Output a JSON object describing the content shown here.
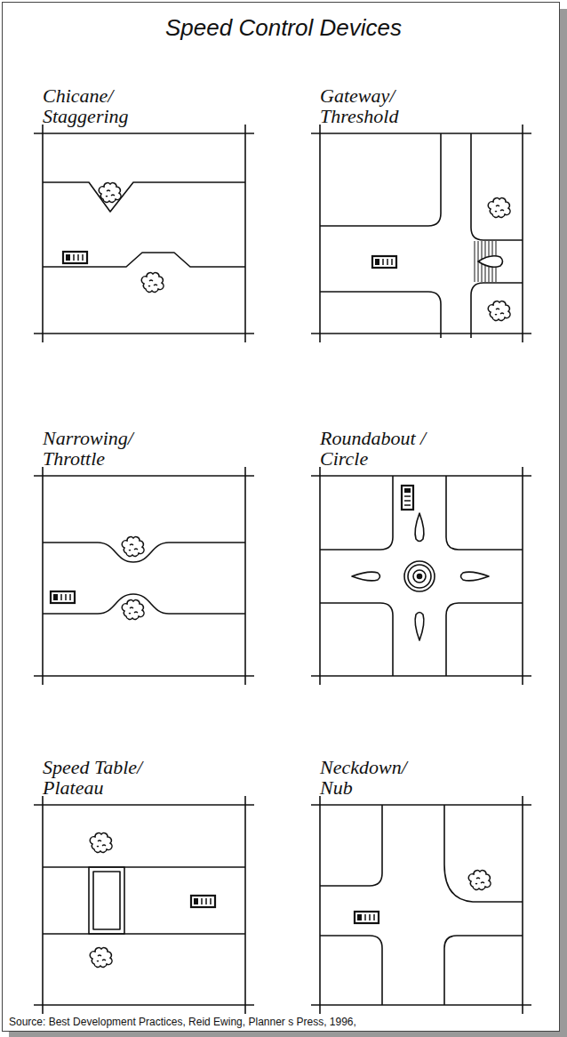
{
  "diagram": {
    "title": "Speed Control Devices",
    "caption": "Source: Best Development Practices, Reid Ewing, Planner s Press, 1996,",
    "nodes": [
      {
        "text": [
          "Chicane/ Staggering"
        ]
      },
      {
        "text": [
          "Gateway/ Threshold"
        ]
      },
      {
        "text": [
          "Narrowing/ Throttle"
        ]
      },
      {
        "text": [
          "Roundabout / Circle"
        ]
      },
      {
        "text": [
          "Speed Table/ Plateau"
        ]
      },
      {
        "text": [
          "Neckdown/ Nub"
        ]
      }
    ]
  }
}
